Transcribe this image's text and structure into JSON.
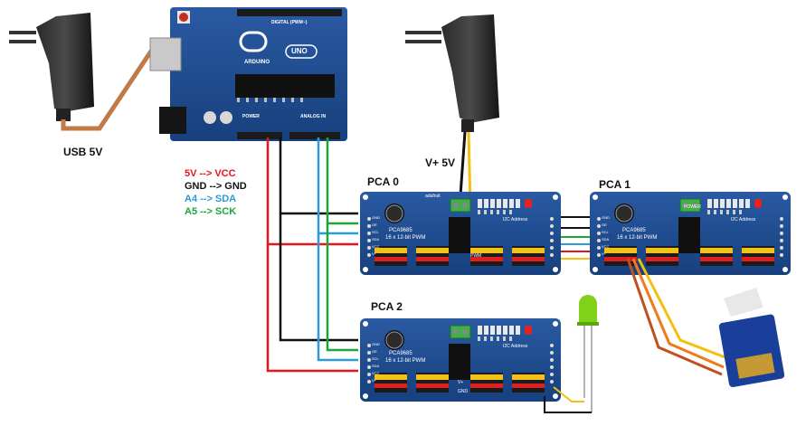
{
  "labels": {
    "usb_power": "USB 5V",
    "servo_power": "V+  5V",
    "pca0": "PCA 0",
    "pca1": "PCA 1",
    "pca2": "PCA 2"
  },
  "legend": [
    {
      "text": "5V --> VCC",
      "color": "#e8141b"
    },
    {
      "text": "GND --> GND",
      "color": "#111111"
    },
    {
      "text": "A4 --> SDA",
      "color": "#2a9cd8"
    },
    {
      "text": "A5 --> SCK",
      "color": "#1ea53a"
    }
  ],
  "arduino": {
    "brand": "ARDUINO",
    "model": "UNO",
    "digital_header": "DIGITAL (PWM~)",
    "analog_header": "ANALOG IN",
    "power_header": "POWER"
  },
  "pca_board": {
    "chip": "PCA9685",
    "subtitle": "16 x 12-bit PWM",
    "address": "I2C Address",
    "brand": "adafruit",
    "power": "POWER",
    "pwm": "PWM",
    "vplus": "V+",
    "gnd": "GND",
    "left_pins": [
      "GND",
      "OE",
      "SCL",
      "SDA",
      "VCC",
      "V+"
    ]
  },
  "colors": {
    "wire_red": "#e8141b",
    "wire_black": "#111111",
    "wire_blue": "#2a9cd8",
    "wire_green": "#1ea53a",
    "wire_brown": "#c07a45",
    "wire_orange": "#f07a1a",
    "wire_yellow": "#f4c010",
    "board_blue": "#1f4a8c",
    "header_black": "#1b1b1b",
    "led_green": "#7fd11a"
  }
}
